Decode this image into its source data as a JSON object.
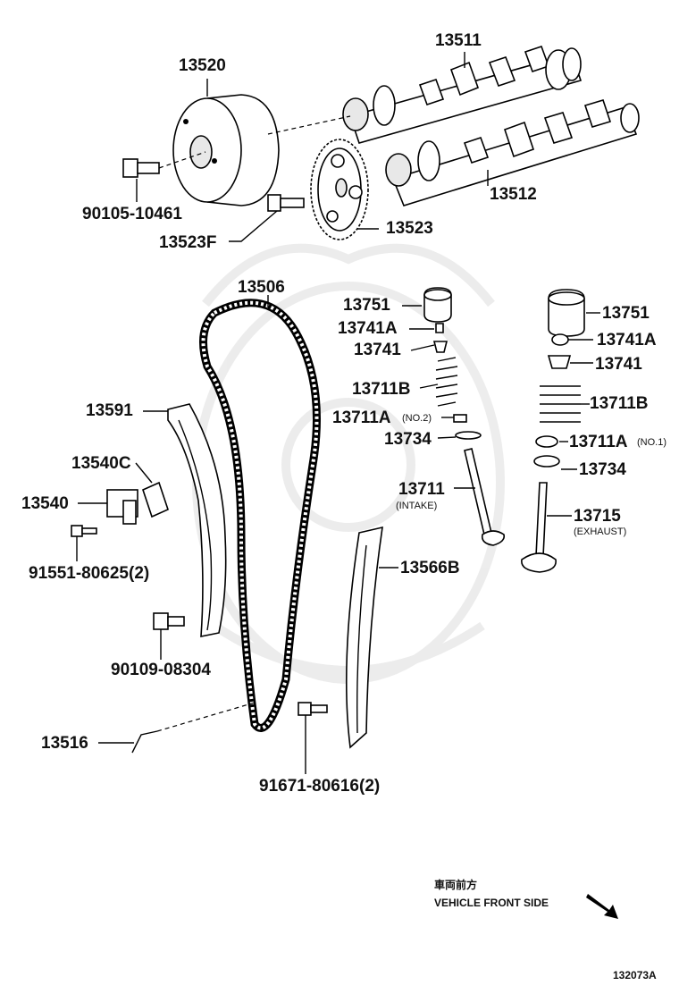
{
  "parts": {
    "p13511": "13511",
    "p13520": "13520",
    "p13512": "13512",
    "p90105": "90105-10461",
    "p13523F": "13523F",
    "p13523": "13523",
    "p13506": "13506",
    "p13751_in": "13751",
    "p13741A_in": "13741A",
    "p13741_in": "13741",
    "p13711B_in": "13711B",
    "p13711A_in": "13711A",
    "p13711A_in_note": "(NO.2)",
    "p13734_in": "13734",
    "p13711": "13711",
    "p13711_note": "(INTAKE)",
    "p13751_ex": "13751",
    "p13741A_ex": "13741A",
    "p13741_ex": "13741",
    "p13711B_ex": "13711B",
    "p13711A_ex": "13711A",
    "p13711A_ex_note": "(NO.1)",
    "p13734_ex": "13734",
    "p13715": "13715",
    "p13715_note": "(EXHAUST)",
    "p13591": "13591",
    "p13540C": "13540C",
    "p13540": "13540",
    "p91551": "91551-80625(2)",
    "p13566B": "13566B",
    "p90109": "90109-08304",
    "p13516": "13516",
    "p91671": "91671-80616(2)"
  },
  "orientation": {
    "jp": "車両前方",
    "en": "VEHICLE FRONT SIDE"
  },
  "figure_id": "132073A"
}
